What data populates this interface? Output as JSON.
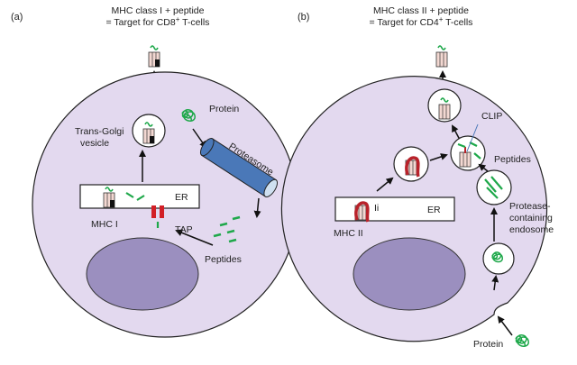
{
  "panel_a": {
    "letter": "(a)",
    "header_line1": "MHC class I + peptide",
    "header_line2_main": "= Target for CD8",
    "header_line2_sup": "+",
    "header_line2_end": " T-cells",
    "protein": "Protein",
    "proteasome": "Proteasome",
    "trans_golgi_1": "Trans-Golgi",
    "trans_golgi_2": "vesicle",
    "er": "ER",
    "mhc": "MHC I",
    "tap": "TAP",
    "peptides": "Peptides"
  },
  "panel_b": {
    "letter": "(b)",
    "header_line1": "MHC class II + peptide",
    "header_line2_main": "= Target for CD4",
    "header_line2_sup": "+",
    "header_line2_end": " T-cells",
    "clip": "CLIP",
    "peptides": "Peptides",
    "ii": "Ii",
    "er": "ER",
    "mhc": "MHC II",
    "endosome_1": "Protease-",
    "endosome_2": "containing",
    "endosome_3": "endosome",
    "protein": "Protein"
  },
  "colors": {
    "cell_fill": "#e3d9ef",
    "nucleus_fill": "#9b8fbf",
    "proteasome": "#4a78b8",
    "peptide_green": "#1ea84a",
    "tap_red": "#d21f26",
    "ii_red": "#b8222a",
    "mhc_fill": "#f3d8d2"
  }
}
